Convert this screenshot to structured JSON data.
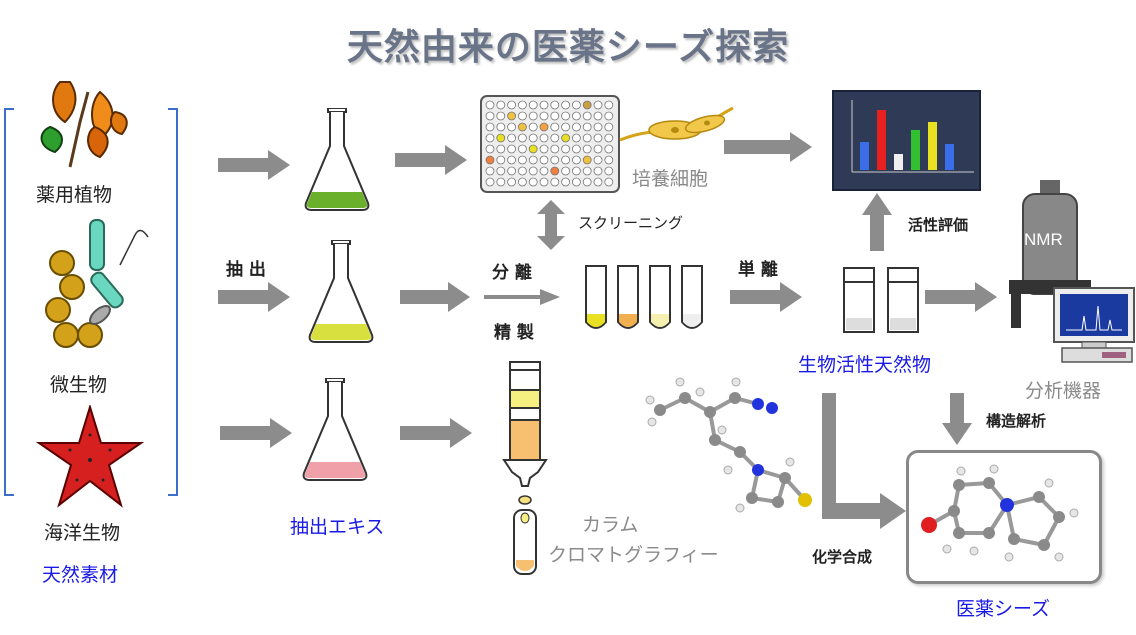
{
  "title": "天然由来の医薬シーズ探索",
  "sources": {
    "plant": "薬用植物",
    "microbe": "微生物",
    "marine": "海洋生物",
    "group_label": "天然素材"
  },
  "steps": {
    "extraction": "抽 出",
    "extract_label": "抽出エキス",
    "cultured_cells": "培養細胞",
    "screening": "スクリーニング",
    "separation": "分 離",
    "purification": "精 製",
    "isolation": "単 離",
    "activity_eval": "活性評価",
    "bioactive_product": "生物活性天然物",
    "analytical_instrument": "分析機器",
    "structure_analysis": "構造解析",
    "chem_synthesis": "化学合成",
    "drug_seeds": "医薬シーズ",
    "column_line1": "カラム",
    "column_line2": "クロマトグラフィー",
    "nmr": "NMR"
  },
  "colors": {
    "accent_blue": "#1a1ae6",
    "arrow_gray": "#8c8c8c",
    "title_gray": "#6a7488"
  }
}
